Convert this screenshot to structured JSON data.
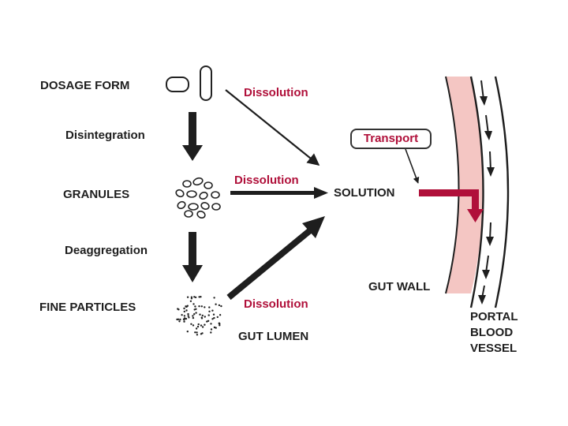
{
  "labels": {
    "dosage_form": "DOSAGE FORM",
    "granules": "GRANULES",
    "fine_particles": "FINE PARTICLES",
    "solution": "SOLUTION",
    "gut_lumen": "GUT LUMEN",
    "gut_wall": "GUT WALL",
    "portal_blood_vessel": [
      "PORTAL",
      "BLOOD",
      "VESSEL"
    ]
  },
  "steps": {
    "disintegration": "Disintegration",
    "deaggregation": "Deaggregation"
  },
  "processes": {
    "dissolution_1": "Dissolution",
    "dissolution_2": "Dissolution",
    "dissolution_3": "Dissolution",
    "transport": "Transport"
  },
  "colors": {
    "text": "#1e1e1e",
    "accent": "#b0103a",
    "gut_wall_fill": "#f4c6c3",
    "arrow": "#1e1e1e"
  }
}
